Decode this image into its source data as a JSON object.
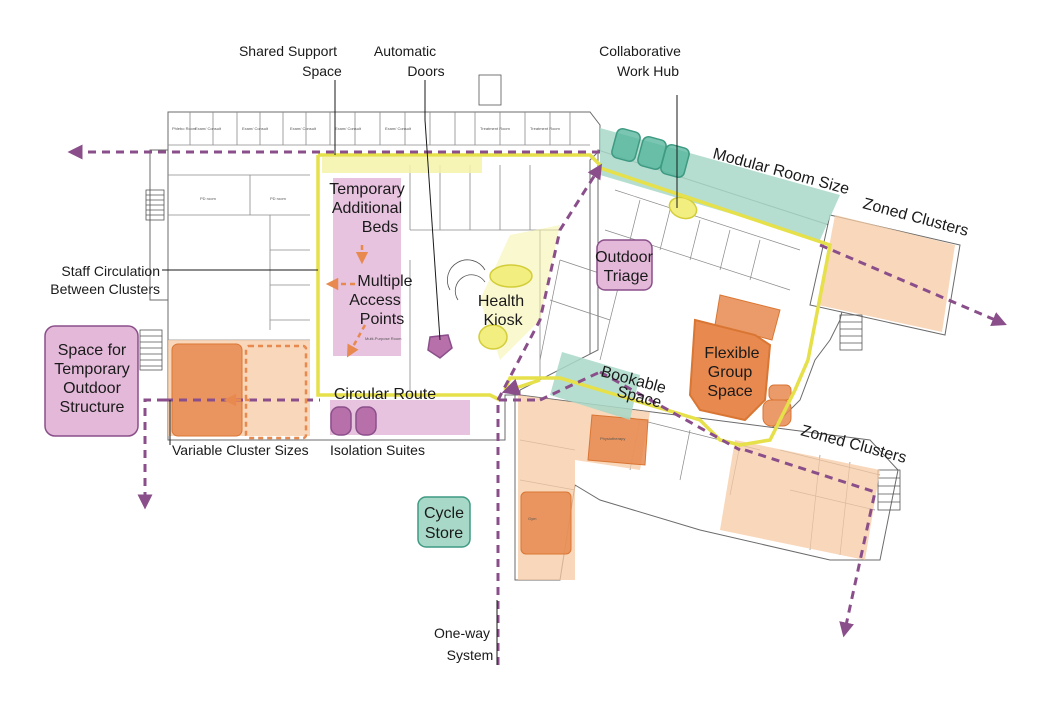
{
  "labels": {
    "shared_support_1": "Shared Support",
    "shared_support_2": "Space",
    "automatic_doors_1": "Automatic",
    "automatic_doors_2": "Doors",
    "collab_1": "Collaborative",
    "collab_2": "Work Hub",
    "modular_room_size": "Modular Room Size",
    "zoned_clusters_top": "Zoned Clusters",
    "zoned_clusters_bottom": "Zoned Clusters",
    "staff_circ_1": "Staff Circulation",
    "staff_circ_2": "Between Clusters",
    "temp_beds_1": "Temporary",
    "temp_beds_2": "Additional",
    "temp_beds_3": "Beds",
    "multi_access_1": "Multiple",
    "multi_access_2": "Access",
    "multi_access_3": "Points",
    "health_kiosk_1": "Health",
    "health_kiosk_2": "Kiosk",
    "outdoor_triage_1": "Outdoor",
    "outdoor_triage_2": "Triage",
    "flex_group_1": "Flexible",
    "flex_group_2": "Group",
    "flex_group_3": "Space",
    "bookable_1": "Bookable",
    "bookable_2": "Space",
    "space_temp_1": "Space for",
    "space_temp_2": "Temporary",
    "space_temp_3": "Outdoor",
    "space_temp_4": "Structure",
    "circular_route": "Circular Route",
    "variable_cluster": "Variable Cluster Sizes",
    "isolation_suites": "Isolation Suites",
    "cycle_store_1": "Cycle",
    "cycle_store_2": "Store",
    "one_way_1": "One-way",
    "one_way_2": "System"
  },
  "colors": {
    "purple": "#8a4f8a",
    "purple_fill": "#e3b8d9",
    "yellow": "#e6e04a",
    "yellow_fill": "#f5f3a8",
    "teal_fill": "#a8d8c8",
    "teal_dark": "#4fb39a",
    "orange": "#e8894f",
    "orange_light": "#f7c9a3",
    "walls": "#6b6b6b"
  }
}
